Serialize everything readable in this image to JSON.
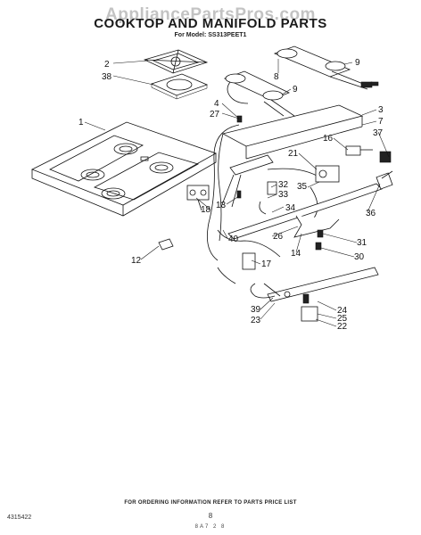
{
  "watermark": "AppliancePartsPros.com",
  "title": "COOKTOP AND MANIFOLD PARTS",
  "model_line": "For Model: SS313PEET1",
  "footer": {
    "ordering_note": "FOR ORDERING INFORMATION REFER TO PARTS PRICE LIST",
    "document_number": "4315422",
    "page_number": "8",
    "print_code": "8A7 2 8"
  },
  "callouts": [
    "2",
    "38",
    "1",
    "4",
    "27",
    "8",
    "9",
    "9",
    "3",
    "7",
    "37",
    "16",
    "21",
    "32",
    "33",
    "34",
    "35",
    "36",
    "18",
    "13",
    "40",
    "26",
    "17",
    "14",
    "31",
    "30",
    "12",
    "39",
    "23",
    "24",
    "25",
    "22"
  ]
}
